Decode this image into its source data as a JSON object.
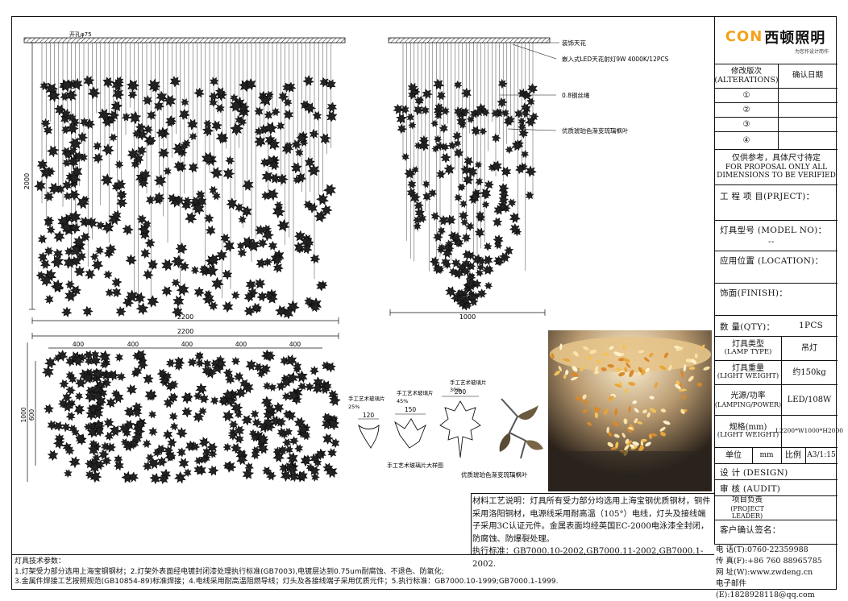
{
  "dims": {
    "front_height": "2000",
    "front_width": "2200",
    "side_width": "1000",
    "hole": "开孔φ75",
    "plan_width": "2200",
    "plan_seg": [
      "400",
      "400",
      "400",
      "400",
      "400"
    ],
    "plan_depth_outer": "1000",
    "plan_depth_inner": "600"
  },
  "callouts": {
    "ceiling": "装饰天花",
    "spot": "嵌入式LED天花射灯9W 4000K/12PCS",
    "wire": "0.8钢丝绳",
    "leaf": "优质琥珀色渐变琉璃枫叶"
  },
  "leaves": {
    "l1_label": "手工艺术玻璃片",
    "l1_pct": "25%",
    "l1_dim": "120",
    "l2_label": "手工艺术玻璃片",
    "l2_pct": "45%",
    "l2_dim": "150",
    "l3_label": "手工艺术玻璃片",
    "l3_pct": "30%",
    "l3_dim": "200",
    "caption": "手工艺术玻璃片大样图",
    "photo_caption": "优质琥珀色渐变琉璃枫叶"
  },
  "title_block": {
    "logo_en": "CON",
    "logo_cn": "西顿照明",
    "logo_sub": "为您作设计而作",
    "rev_header": "修改版次",
    "rev_header_en": "(ALTERATIONS)",
    "confirm_date": "确认日期",
    "revisions": [
      "①",
      "②",
      "③",
      "④"
    ],
    "disclaimer_cn": "仅供参考，具体尺寸待定",
    "disclaimer_en1": "FOR PROPOSAL ONLY ALL",
    "disclaimer_en2": "DIMENSIONS TO BE VERIFIED",
    "project": "工 程 项 目(PRJECT)：",
    "model": "灯具型号 (MODEL NO)：",
    "model_value": "--",
    "location": "应用位置 (LOCATION)：",
    "finish": "饰面(FINISH)：",
    "qty_label": "数 量(QTY)：",
    "qty_value": "1PCS",
    "type_label": "灯具类型",
    "type_label_en": "(LAMP TYPE)",
    "type_value": "吊灯",
    "weight_label": "灯具重量",
    "weight_label_en": "(LIGHT WEIGHT)",
    "weight_value": "约150kg",
    "power_label": "光源/功率",
    "power_label_en": "(LAMPING/POWER)",
    "power_value": "LED/108W",
    "spec_label": "规格(mm)",
    "spec_label_en": "(LIGHT WEIGHT)",
    "spec_value": "L2200*W1000*H2000",
    "unit_label": "单位",
    "unit_value": "mm",
    "scale_label": "比例",
    "scale_value": "A3/1:15",
    "design": "设 计 (DESIGN)",
    "audit": "审 核 (AUDIT)",
    "leader": "项目负责",
    "leader_en": "(PROJECT LEADER)",
    "client_sign": "客户确认签名："
  },
  "contact": {
    "tel": "电   话(T):0760-22359988",
    "fax": "传   真(F):+86 760 88965785",
    "web": "网   址(W):www.zwdeng.cn",
    "email": "电子邮件(E):1828928118@qq.com"
  },
  "material": {
    "text": "材料工艺说明：灯具所有受力部分均选用上海宝钢优质钢材，铜件采用洛阳铜材，电源线采用耐高温（105°）电线，灯头及接线端子采用3C认证元件。金属表面均经英国EC-2000电泳漆全封闭，防腐蚀、防爆裂处理。",
    "standard": "执行标准：GB7000.10-2002,GB7000.11-2002,GB7000.1-2002."
  },
  "notes": {
    "title": "灯具技术参数：",
    "line1": "1.灯架受力部分选用上海宝钢钢材；2.灯架外表面经电镀封闭漆处理执行标准(GB7003),电镀层达到0.75um耐腐蚀、不退色、防氧化;",
    "line2": "3.金属件焊接工艺按照规范(GB10854-89)标准焊接；4.电线采用耐高温阻燃导线；灯头及各接线端子采用优质元件；5.执行标准：GB7000.10-1999;GB7000.1-1999."
  }
}
